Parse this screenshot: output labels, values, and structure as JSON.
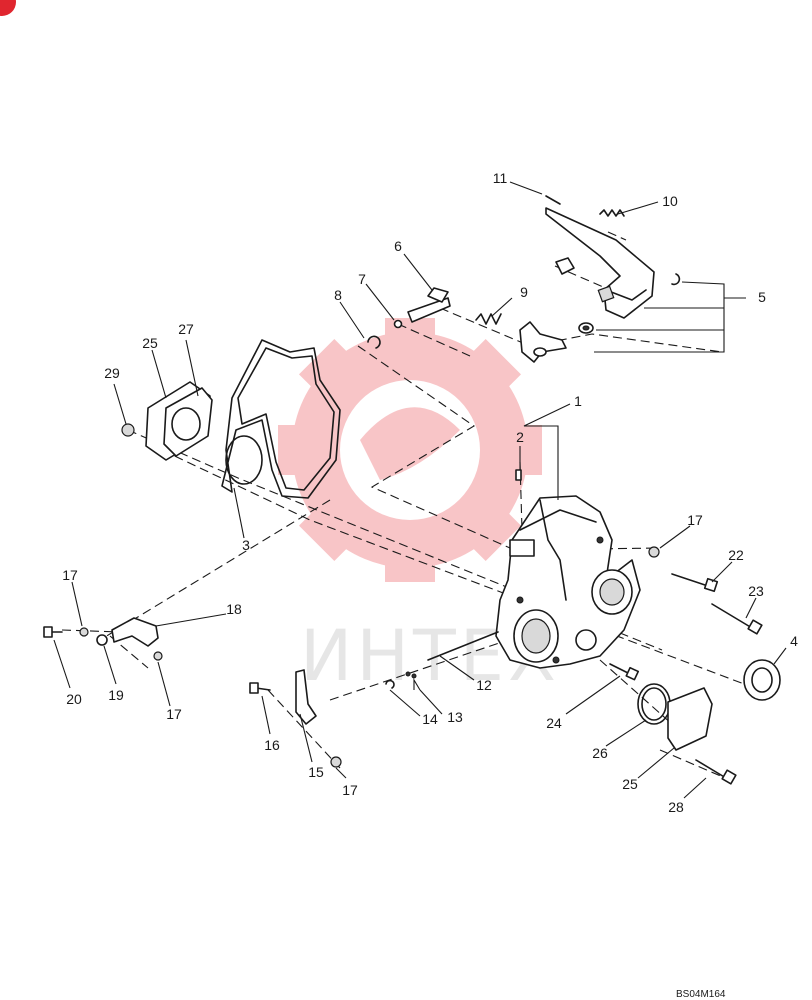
{
  "callouts": {
    "c1": "1",
    "c2": "2",
    "c3": "3",
    "c4": "4",
    "c5": "5",
    "c6": "6",
    "c7": "7",
    "c8": "8",
    "c9": "9",
    "c10": "10",
    "c11": "11",
    "c12": "12",
    "c13": "13",
    "c14": "14",
    "c15": "15",
    "c16": "16",
    "c17a": "17",
    "c17b": "17",
    "c17c": "17",
    "c17d": "17",
    "c18": "18",
    "c19": "19",
    "c20": "20",
    "c22": "22",
    "c23": "23",
    "c24": "24",
    "c25a": "25",
    "c25b": "25",
    "c26": "26",
    "c27": "27",
    "c28": "28",
    "c29": "29"
  },
  "watermark": {
    "text": "ИНТЕХ"
  },
  "drawing_ref": "BS04M164",
  "colors": {
    "line": "#1a1a1a",
    "watermark_red": "#e8333a",
    "watermark_grey": "#c9c9c9",
    "badge": "#e0262f"
  }
}
